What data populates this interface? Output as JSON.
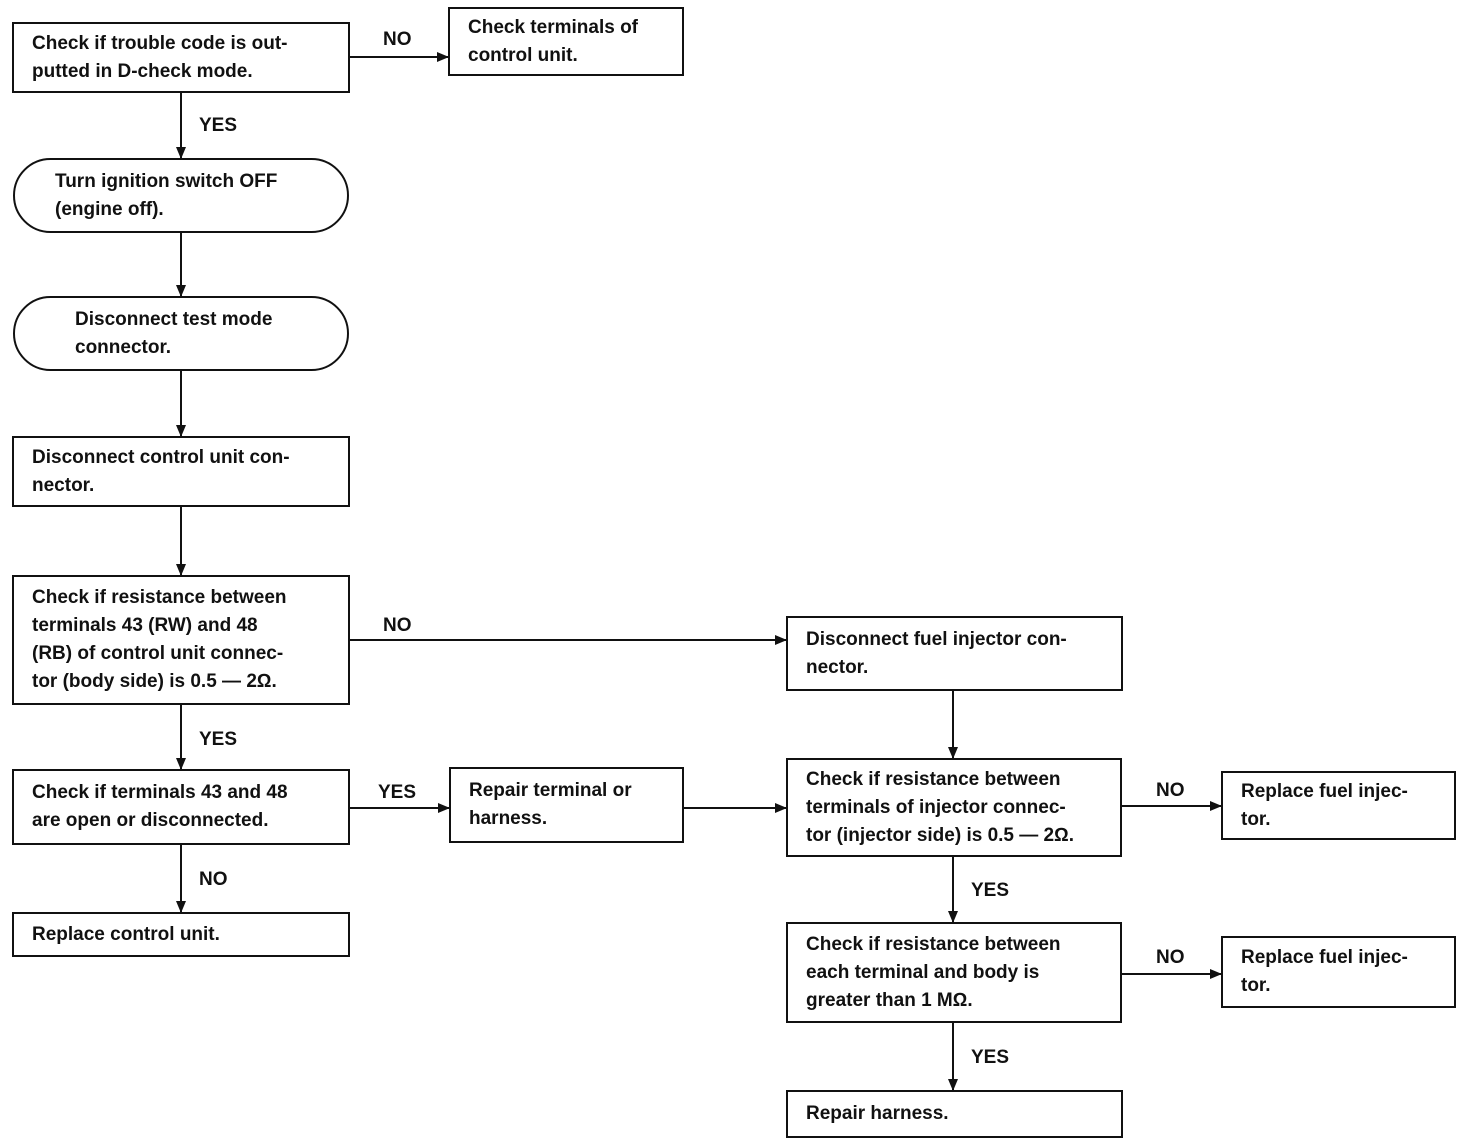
{
  "boxes": {
    "d_check": "Check if trouble code is out-\nputted in D-check mode.",
    "check_terminals": "Check terminals of\ncontrol unit.",
    "ignition_off": "Turn ignition switch OFF\n(engine off).",
    "disconnect_test": "Disconnect test mode\nconnector.",
    "disconnect_cu": "Disconnect control unit con-\nnector.",
    "check_43_48": "Check if resistance between\nterminals 43 (RW) and 48\n(RB) of control unit connec-\ntor (body side) is 0.5 — 2Ω.",
    "check_open": "Check if terminals 43 and 48\nare open or disconnected.",
    "replace_cu": "Replace control unit.",
    "repair_terminal": "Repair terminal or\nharness.",
    "disconnect_inj": "Disconnect fuel injector con-\nnector.",
    "check_inj_res": "Check if resistance between\nterminals of injector connec-\ntor (injector side) is 0.5 — 2Ω.",
    "replace_inj_1": "Replace fuel injec-\ntor.",
    "check_body_res": "Check if resistance between\neach terminal and body is\ngreater than 1 MΩ.",
    "replace_inj_2": "Replace fuel injec-\ntor.",
    "repair_harness": "Repair harness."
  },
  "labels": {
    "no_1": "NO",
    "yes_1": "YES",
    "no_2": "NO",
    "yes_2": "YES",
    "yes_3": "YES",
    "no_3": "NO",
    "no_4": "NO",
    "yes_4": "YES",
    "no_5": "NO",
    "yes_5": "YES"
  }
}
